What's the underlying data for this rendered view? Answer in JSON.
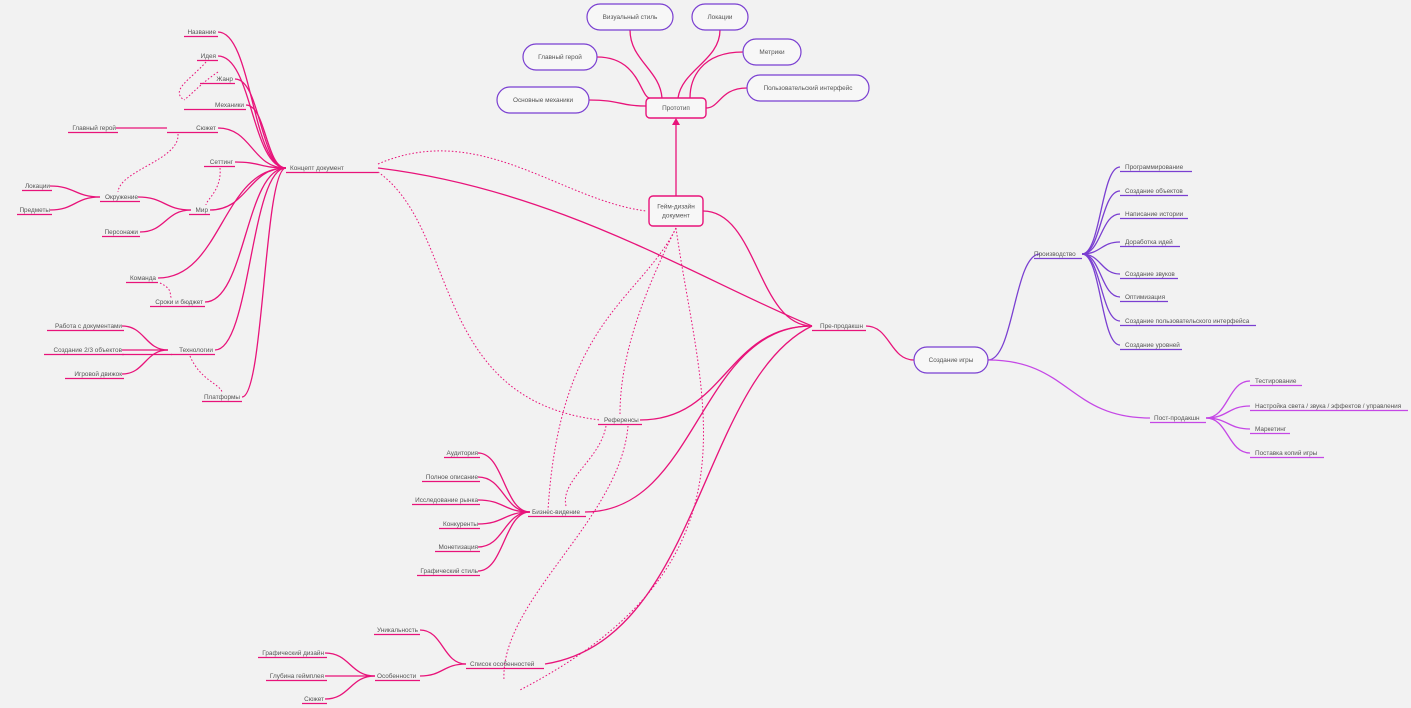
{
  "colors": {
    "background": "#f2f2f2",
    "magenta": "#e8137a",
    "purple": "#7a3fd1",
    "violet": "#c548e6",
    "text": "#555555"
  },
  "root": {
    "label": "Создание игры"
  },
  "preproduction": {
    "label": "Пре-продакшн"
  },
  "production": {
    "label": "Производство",
    "items": [
      "Программирование",
      "Создание объектов",
      "Написание истории",
      "Доработка идей",
      "Создание звуков",
      "Оптимизация",
      "Создание пользовательского интерфейса",
      "Создание уровней"
    ]
  },
  "postproduction": {
    "label": "Пост-продакшн",
    "items": [
      "Тестирование",
      "Настройка света / звука / эффектов / управления",
      "Маркетинг",
      "Поставка копий игры"
    ]
  },
  "gdd": {
    "label_line1": "Гейм-дизайн",
    "label_line2": "документ"
  },
  "prototype": {
    "label": "Прототип",
    "items": [
      "Визуальный стиль",
      "Локации",
      "Главный герой",
      "Метрики",
      "Основные механики",
      "Пользовательский интерфейс"
    ]
  },
  "concept": {
    "label": "Концепт документ",
    "items": [
      "Название",
      "Идея",
      "Жанр",
      "Механики",
      "Сюжет",
      "Сеттинг",
      "Мир",
      "Команда",
      "Сроки и бюджет",
      "Технологии",
      "Платформы"
    ],
    "plot_child": "Главный герой",
    "world_children": [
      "Окружение",
      "Персонажи"
    ],
    "environment_children": [
      "Локации",
      "Предметы"
    ],
    "tech_children": [
      "Работа с документами",
      "Создание 2/3 объектов",
      "Игровой движок"
    ]
  },
  "references": {
    "label": "Референсы"
  },
  "business": {
    "label": "Бизнес-видение",
    "items": [
      "Аудитория",
      "Полное описание",
      "Исследование рынка",
      "Конкуренты",
      "Монетизация",
      "Графический стиль"
    ]
  },
  "features": {
    "label": "Список особенностей",
    "items": [
      "Уникальность",
      "Особенности"
    ],
    "feature_children": [
      "Графический дизайн",
      "Глубина геймплея",
      "Сюжет"
    ]
  }
}
